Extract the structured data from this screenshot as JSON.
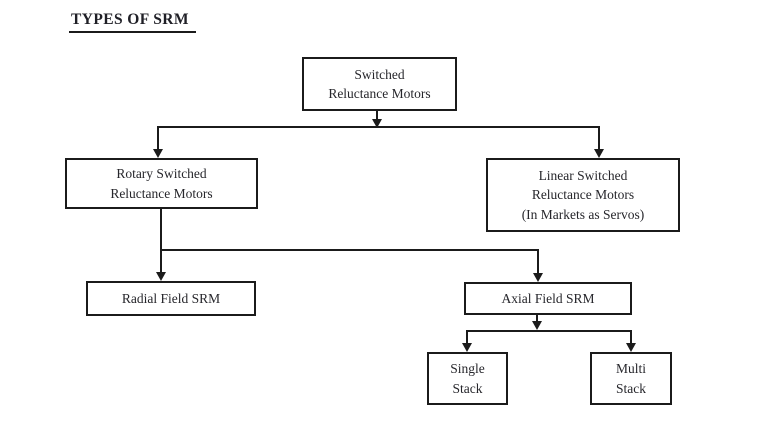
{
  "title": "TYPES OF SRM",
  "nodes": {
    "root": {
      "label": "Switched Reluctance Motors",
      "lines": [
        "Switched",
        "Reluctance Motors"
      ]
    },
    "rotary": {
      "label": "Rotary Switched Reluctance Motors",
      "lines": [
        "Rotary Switched",
        "Reluctance Motors"
      ]
    },
    "linear": {
      "label": "Linear Switched Reluctance Motors (In Markets as Servos)",
      "lines": [
        "Linear Switched",
        "Reluctance Motors",
        "(In Markets as Servos)"
      ]
    },
    "radial": {
      "label": "Radial Field SRM",
      "lines": [
        "Radial Field SRM"
      ]
    },
    "axial": {
      "label": "Axial Field SRM",
      "lines": [
        "Axial Field SRM"
      ]
    },
    "single": {
      "label": "Single Stack",
      "lines": [
        "Single",
        "Stack"
      ]
    },
    "multi": {
      "label": "Multi Stack",
      "lines": [
        "Multi",
        "Stack"
      ]
    }
  },
  "edges": [
    {
      "from": "Switched Reluctance Motors",
      "to": "Rotary Switched Reluctance Motors"
    },
    {
      "from": "Switched Reluctance Motors",
      "to": "Linear Switched Reluctance Motors (In Markets as Servos)"
    },
    {
      "from": "Rotary Switched Reluctance Motors",
      "to": "Radial Field SRM"
    },
    {
      "from": "Rotary Switched Reluctance Motors",
      "to": "Axial Field SRM"
    },
    {
      "from": "Axial Field SRM",
      "to": "Single Stack"
    },
    {
      "from": "Axial Field SRM",
      "to": "Multi Stack"
    }
  ],
  "colors": {
    "background": "#ffffff",
    "line": "#1b1b1b",
    "text": "#26262b"
  }
}
